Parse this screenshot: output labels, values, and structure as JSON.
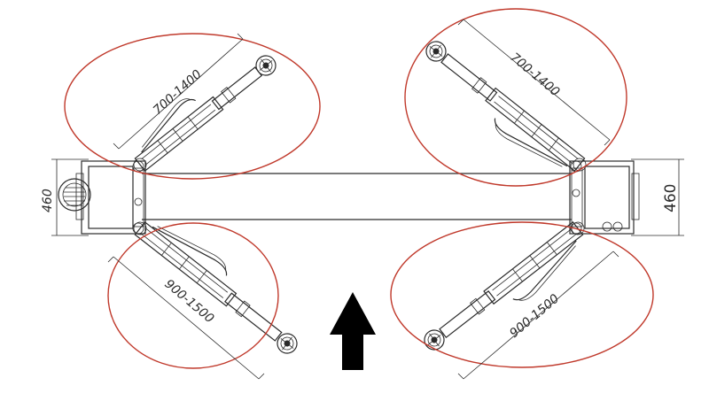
{
  "dimensions": {
    "top_left_arm": "700-1400",
    "top_right_arm": "700-1400",
    "bottom_left_arm": "900-1500",
    "bottom_right_arm": "900-1500",
    "left_height": "460",
    "right_height": "460"
  },
  "colors": {
    "line": "#2b2b2b",
    "reach_ellipse": "#c0392b",
    "arrow": "#000000"
  },
  "icons": {
    "direction_arrow": "arrow-up-icon"
  }
}
